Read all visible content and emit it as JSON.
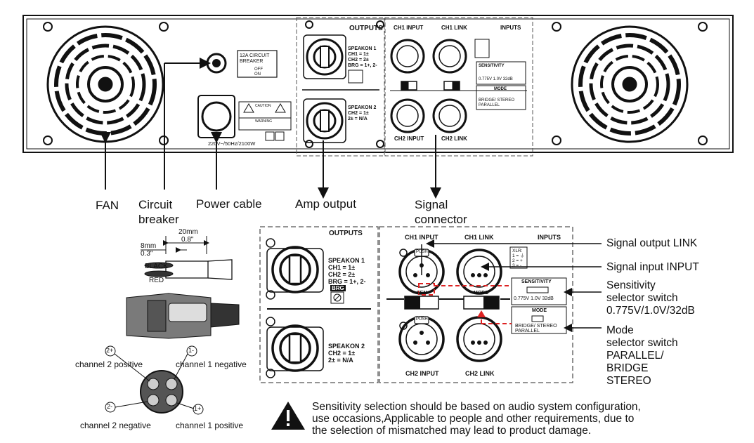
{
  "panel": {
    "outputs": "OUTPUTS",
    "ch1_input": "CH1 INPUT",
    "ch1_link": "CH1 LINK",
    "inputs": "INPUTS",
    "ch2_input": "CH2 INPUT",
    "ch2_link": "CH2 LINK",
    "speakon1": "SPEAKON 1",
    "speakon1_lines": [
      "CH1 = 1±",
      "CH2 = 2±",
      "BRG = 1+, 2-"
    ],
    "speakon2": "SPEAKON 2",
    "speakon2_lines": [
      "CH2 = 1±",
      "2± = N/A"
    ],
    "brg": "BRG",
    "sen": "SEN",
    "mode": "MODE",
    "push": "PUSH",
    "xlr": [
      "XLR:",
      "1 = ⏚",
      "2 = +",
      "3 = -"
    ],
    "sensitivity": "SENSITIVITY",
    "sensitivity_values": "0.775V  1.0V   32dB",
    "mode_box": "MODE",
    "mode_values": "BRIDGE/     STEREO",
    "parallel": "PARALLEL",
    "breaker_lines": [
      "12A CIRCUIT",
      "BREAKER"
    ],
    "off": "OFF",
    "on": "ON",
    "power_rating": "220V~/50Hz/2100W",
    "caution": "CAUTION",
    "warning": "WARNING"
  },
  "labels": {
    "fan": "FAN",
    "circuit_breaker": [
      "Circuit",
      "breaker"
    ],
    "power_cable": "Power cable",
    "amp_output": "Amp output",
    "signal_connector": [
      "Signal",
      "connector"
    ]
  },
  "cable": {
    "length_20mm": "20mm",
    "length_08in": "0.8\"",
    "length_8mm": "8mm",
    "length_03in": "0.3\"",
    "black": "BLACK",
    "red": "RED"
  },
  "speakon_pins": {
    "p2plus": "2+",
    "p1minus": "1-",
    "p2minus": "2-",
    "p1plus": "1+",
    "ch2_pos": "channel 2 positive",
    "ch1_neg": "channel 1 negative",
    "ch2_neg": "channel 2 negative",
    "ch1_pos": "channel 1 positive"
  },
  "callouts": {
    "signal_output_link": "Signal output LINK",
    "signal_input": "Signal input INPUT",
    "sensitivity": [
      "Sensitivity",
      "selector switch",
      "0.775V/1.0V/32dB"
    ],
    "mode": [
      "Mode",
      "selector switch",
      "PARALLEL/",
      "BRIDGE",
      "STEREO"
    ]
  },
  "note": [
    "Sensitivity selection should be based on audio system configuration,",
    "use occasions,Applicable to people and other requirements, due to",
    "the selection of mismatched may lead to product damage."
  ]
}
